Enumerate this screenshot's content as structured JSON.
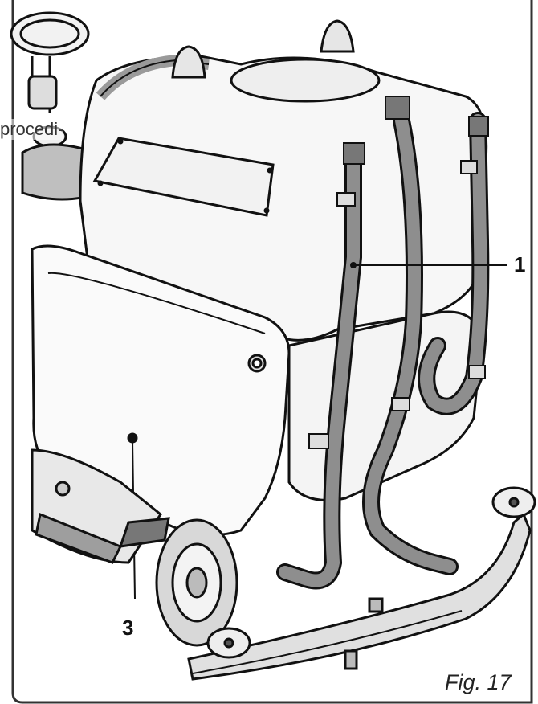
{
  "labels": {
    "callout_1": "1",
    "callout_3": "3"
  },
  "caption": "Fig. 17",
  "text_fragment": "procedi-",
  "colors": {
    "outline": "#111111",
    "hose_fill": "#8e8e8e",
    "body_fill": "#f5f5f5",
    "frame": "#333333"
  }
}
